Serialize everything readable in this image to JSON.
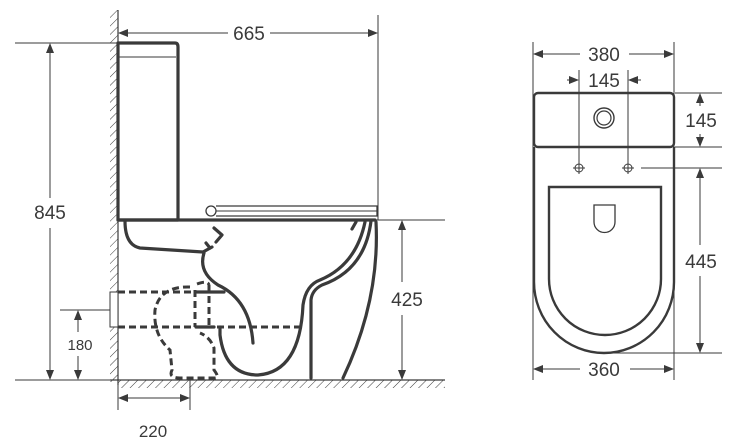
{
  "side_view": {
    "overall_depth": "665",
    "overall_height": "845",
    "seat_height": "425",
    "outlet_height": "180",
    "outlet_distance": "220"
  },
  "top_view": {
    "tank_width": "380",
    "fixing_hole_spacing": "145",
    "tank_depth": "145",
    "bowl_length": "445",
    "bowl_width": "360"
  },
  "colors": {
    "line": "#3a3a3a"
  }
}
